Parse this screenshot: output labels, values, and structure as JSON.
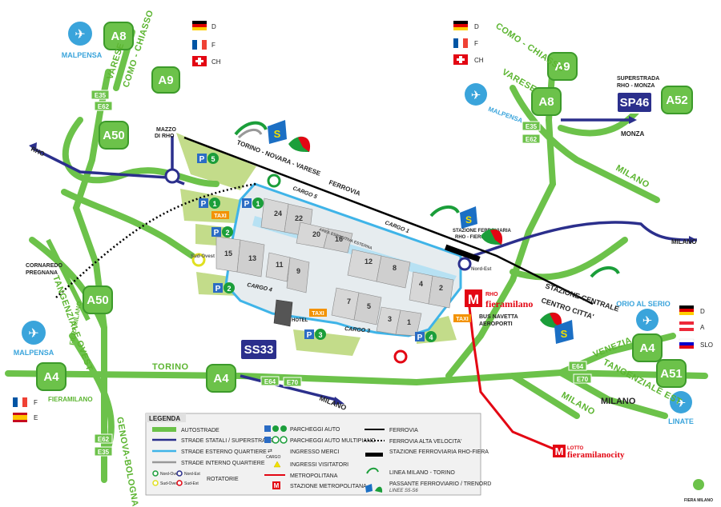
{
  "colors": {
    "motorway": "#6cc24a",
    "motorway_dark": "#3c9a2a",
    "state_road": "#2b2f8c",
    "outer_road": "#3fb4e8",
    "metro": "#e30613",
    "brand_red": "#e30613",
    "area_green": "#c3dc8a",
    "hall_grey": "#d7d7d7"
  },
  "airports": {
    "malpensa_top": "MALPENSA",
    "malpensa_right": "MALPENSA",
    "malpensa_left": "MALPENSA",
    "orio": "ORIO AL SERIO",
    "linate": "LINATE"
  },
  "shields": {
    "a8_top": "A8",
    "a9_top": "A9",
    "a50_top": "A50",
    "a9_right": "A9",
    "a8_right": "A8",
    "a52": "A52",
    "sp46": "SP46",
    "a50_left": "A50",
    "a4_left": "A4",
    "a4_center": "A4",
    "ss33": "SS33",
    "a4_right": "A4",
    "a51": "A51"
  },
  "euro_shields": {
    "e35_top": "E35",
    "e62_top": "E62",
    "e35_right": "E35",
    "e62_right": "E62",
    "e64": "E64",
    "e70": "E70",
    "e64_right": "E64",
    "e70_right": "E70",
    "e62_bottom": "E62",
    "e35_bottom": "E35"
  },
  "flags": {
    "top_d": "D",
    "top_f": "F",
    "top_ch": "CH",
    "right_d": "D",
    "right_f": "F",
    "right_ch": "CH",
    "orio_d": "D",
    "orio_a": "A",
    "orio_slo": "SLO",
    "left_f": "F",
    "left_e": "E"
  },
  "labels": {
    "varese_top": "VARESE",
    "como_chiasso_top": "COMO - CHIASSO",
    "como_chiasso_right": "COMO - CHIASSO",
    "varese_right": "VARESE",
    "superstrada": "SUPERSTRADA",
    "rho_monza": "RHO - MONZA",
    "monza": "MONZA",
    "milano_ne": "MILANO",
    "milano_east": "MILANO",
    "mazzo_di_rho_1": "MAZZO",
    "mazzo_di_rho_2": "DI RHO",
    "rho": "RHO",
    "torino_novara_varese": "TORINO - NOVARA - VARESE",
    "ferrovia": "FERROVIA",
    "cargo5": "CARGO 5",
    "cargo1": "CARGO 1",
    "cargo4": "CARGO 4",
    "cargo3": "CARGO 3",
    "stazione_ferroviaria_1": "STAZIONE FERROVIARIA",
    "stazione_ferroviaria_2": "RHO - FIERA",
    "stazione_centrale": "STAZIONE CENTRALE",
    "centro_citta": "CENTRO CITTA'",
    "venezia": "VENEZIA",
    "tangenziale_est": "TANGENZIALE EST",
    "milano_center": "MILANO",
    "milano_south": "MILANO",
    "torino": "TORINO",
    "milano_sw": "MILANO",
    "fieramilano_left": "FIERAMILANO",
    "genova_bologna": "GENOVA-BOLOGNA",
    "tangenziale_ovest": "TANGENZIALE OVEST",
    "fieramilano_vert": "FIERAMILANO",
    "cornaredo_1": "CORNAREDO",
    "cornaredo_2": "PREGNANA",
    "sud_ovest": "Sud-Ovest",
    "nord_est": "Nord-Est",
    "rho_metro": "RHO",
    "fieramilano_brand": "fieramilano",
    "bus_navetta_1": "BUS NAVETTA",
    "bus_navetta_2": "AEROPORTI",
    "lotto": "LOTTO",
    "fieramilanocity": "fieramilanocity",
    "taxi_1": "TAXI",
    "taxi_2": "TAXI",
    "taxi_3": "TAXI",
    "hotel": "HOTEL",
    "area_espositiva": "AREA ESPOSITIVA ESTERNA",
    "fiera_logo": "FIERA MILANO"
  },
  "parkings": [
    {
      "id": "p5",
      "num": "5"
    },
    {
      "id": "p1a",
      "num": "1"
    },
    {
      "id": "p1b",
      "num": "1"
    },
    {
      "id": "p2a",
      "num": "2"
    },
    {
      "id": "p2b",
      "num": "2"
    },
    {
      "id": "p3",
      "num": "3"
    },
    {
      "id": "p4",
      "num": "4"
    }
  ],
  "halls": [
    "24",
    "22",
    "20",
    "16",
    "15",
    "13",
    "11",
    "9",
    "12",
    "8",
    "7",
    "5",
    "4",
    "2",
    "3",
    "1"
  ],
  "legend": {
    "title": "LEGENDA",
    "items_col1": [
      "AUTOSTRADE",
      "STRADE STATALI / SUPERSTRADE",
      "STRADE ESTERNO QUARTIERE",
      "STRADE INTERNO QUARTIERE",
      "ROTATORIE"
    ],
    "roundabout_labels": [
      "Nord-Ovest",
      "Nord-Est",
      "Sud-Ovest",
      "Sud-Est"
    ],
    "items_col2": [
      "PARCHEGGI AUTO",
      "PARCHEGGI AUTO MULTIPIANO",
      "INGRESSO MERCI",
      "INGRESSI VISITATORI",
      "METROPOLITANA",
      "STAZIONE METROPOLITANA"
    ],
    "cargo": "CARGO",
    "items_col3": [
      "FERROVIA",
      "FERROVIA ALTA VELOCITA'",
      "STAZIONE FERROVIARIA RHO-FIERA",
      "LINEA MILANO - TORINO",
      "PASSANTE FERROVIARIO / TRENORD"
    ],
    "linee": "LINEE S5-S6"
  }
}
